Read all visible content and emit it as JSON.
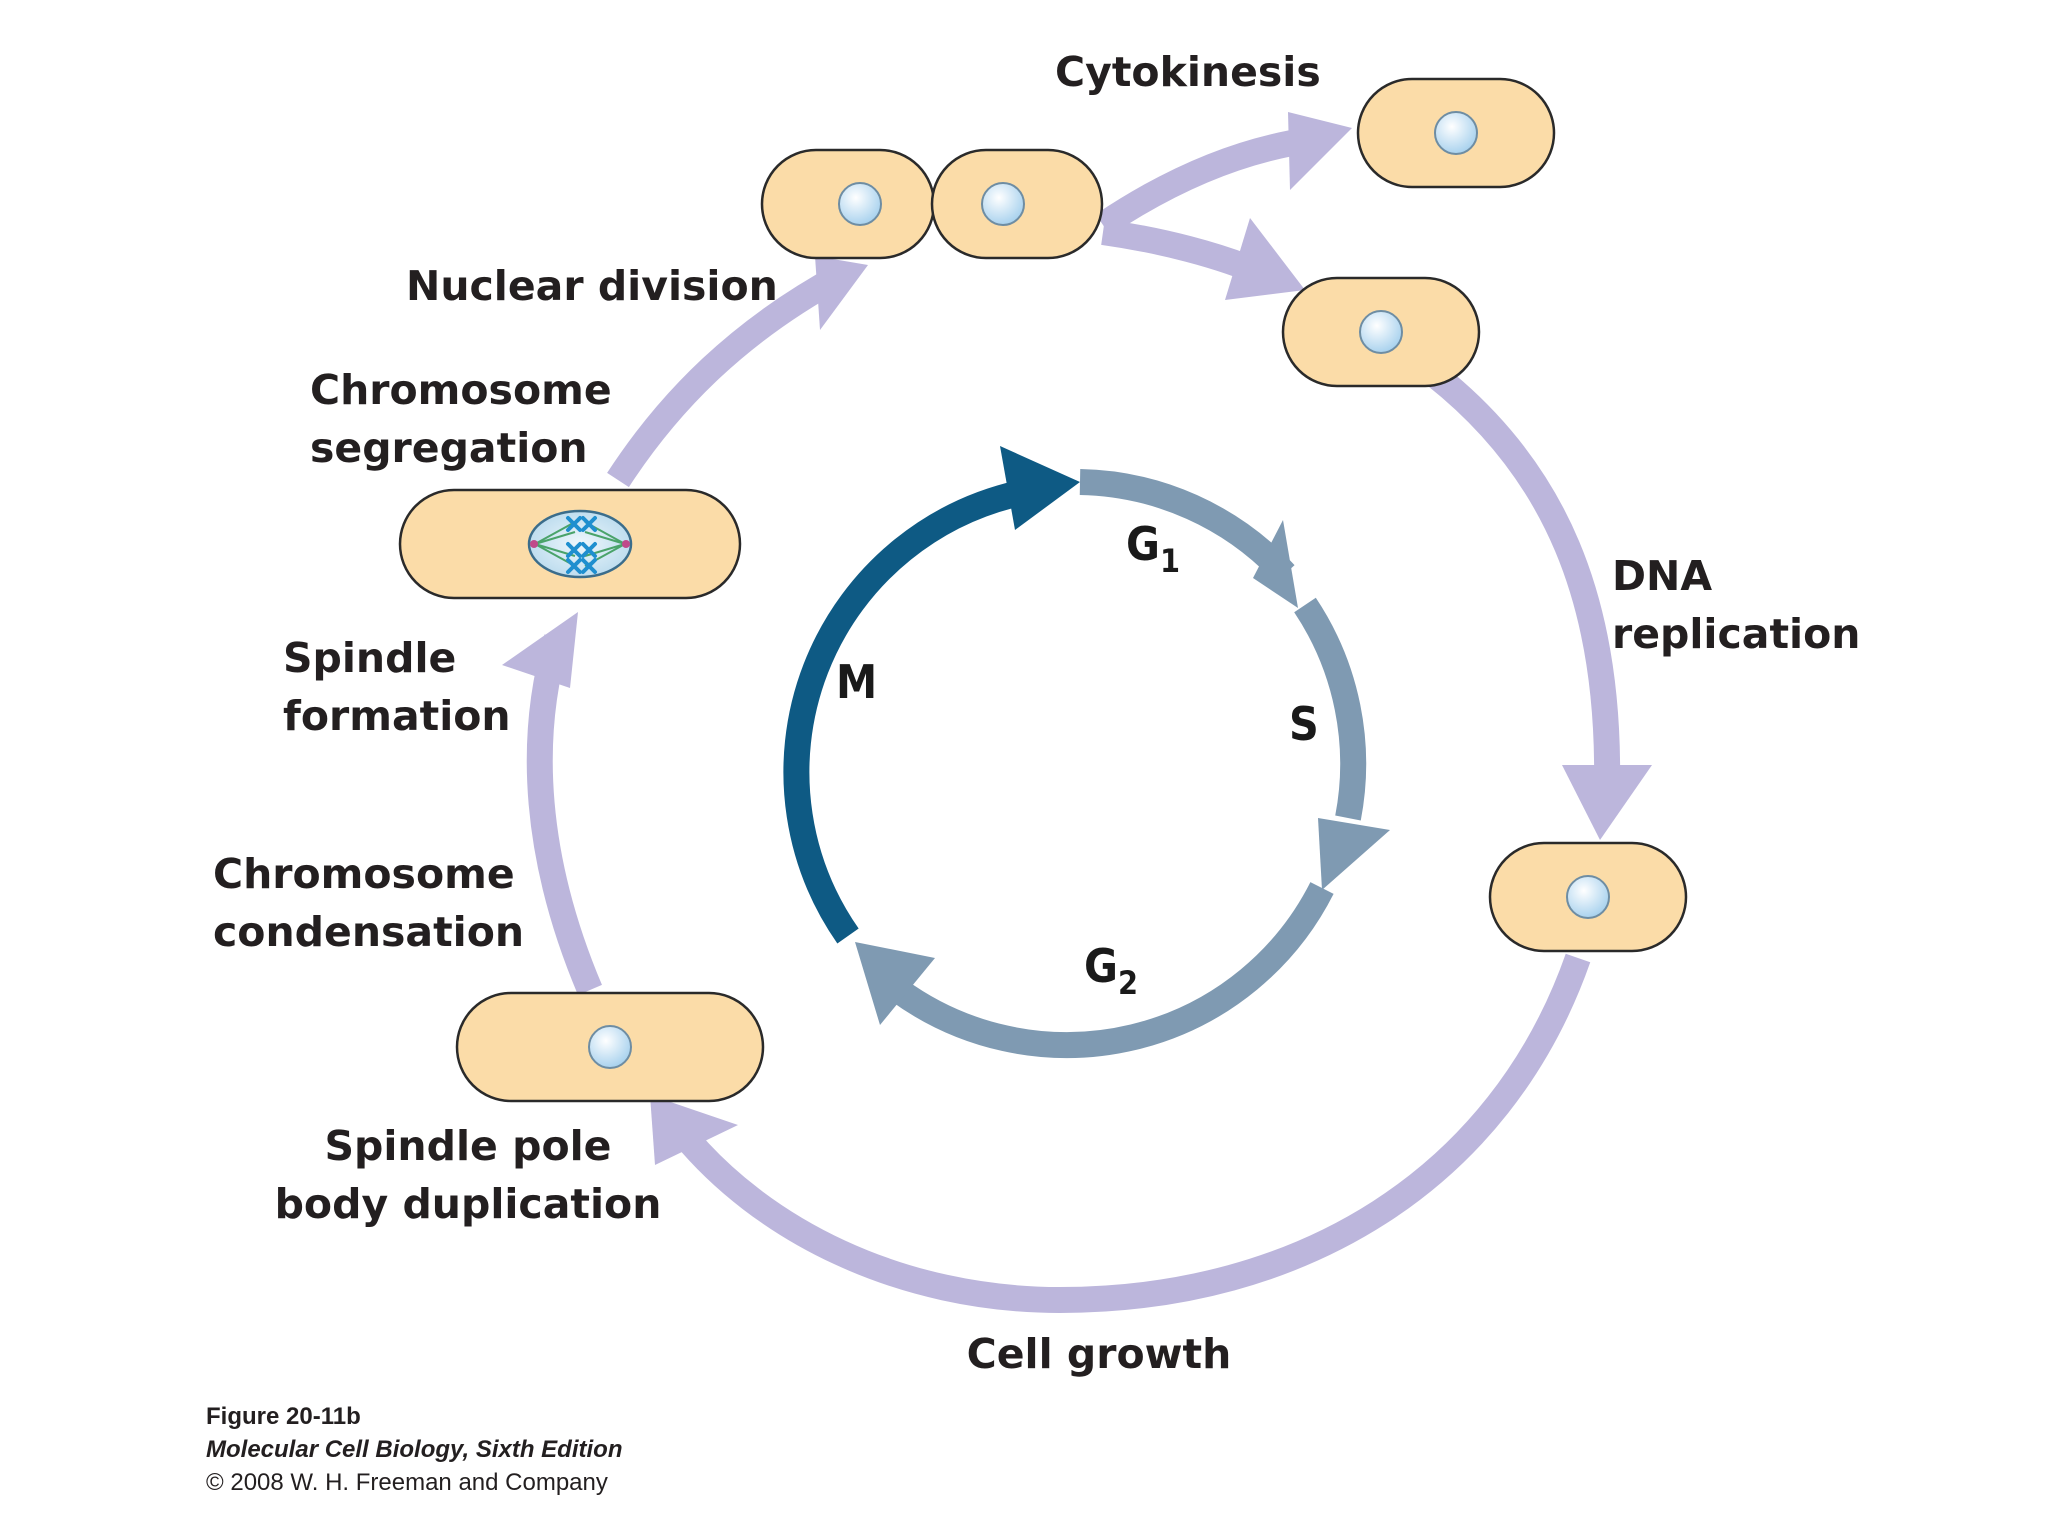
{
  "stages": {
    "cytokinesis": "Cytokinesis",
    "nuclear_division": "Nuclear division",
    "chromosome_segregation": [
      "Chromosome",
      "segregation"
    ],
    "spindle_formation": [
      "Spindle",
      "formation"
    ],
    "chromosome_condensation": [
      "Chromosome",
      "condensation"
    ],
    "spindle_pole_body_duplication": [
      "Spindle pole",
      "body duplication"
    ],
    "cell_growth": "Cell growth",
    "dna_replication": [
      "DNA",
      "replication"
    ]
  },
  "phases": {
    "m": "M",
    "g1": {
      "letter": "G",
      "sub": "1"
    },
    "s": "S",
    "g2": {
      "letter": "G",
      "sub": "2"
    }
  },
  "caption": {
    "figure": "Figure 20-11b",
    "book": "Molecular Cell Biology, Sixth Edition",
    "copyright": "© 2008 W. H. Freeman and Company"
  },
  "colors": {
    "outer_arrow": "#bcb6dc",
    "m_arrow": "#0e5a84",
    "interphase_arrow": "#7f9ab2",
    "cell_fill": "#fbdca8",
    "cell_stroke": "#2a2a2a",
    "nucleus": "#cfe6f5"
  }
}
